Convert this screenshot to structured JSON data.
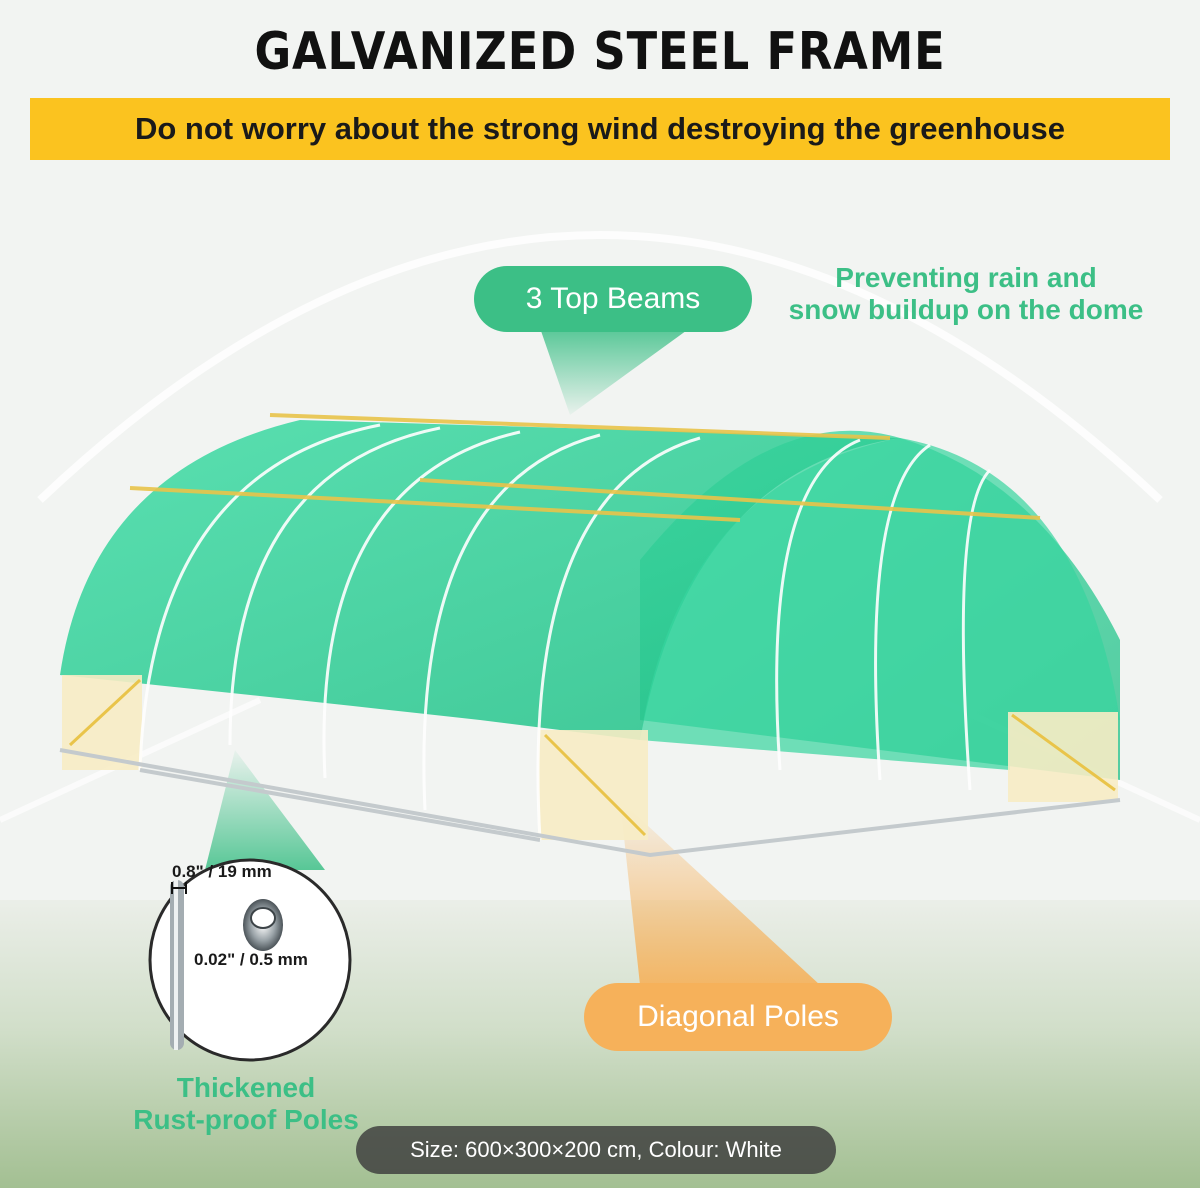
{
  "headline": "GALVANIZED STEEL FRAME",
  "banner": "Do not worry about the strong wind destroying the greenhouse",
  "callouts": {
    "top_beams": "3 Top Beams",
    "rain_note_line1": "Preventing rain and",
    "rain_note_line2": "snow buildup on the dome",
    "diagonal_poles": "Diagonal Poles",
    "rust_note_line1": "Thickened",
    "rust_note_line2": "Rust-proof Poles"
  },
  "pole_specs": {
    "outer_diameter": "0.8\" / 19 mm",
    "wall_thickness": "0.02\" / 0.5 mm"
  },
  "size_info": "Size: 600×300×200 cm, Colour: White",
  "colors": {
    "banner": "#fbc31f",
    "green_accent": "#3cbf86",
    "orange_accent": "#f6b15a",
    "cover_green": "#2fd39a"
  }
}
